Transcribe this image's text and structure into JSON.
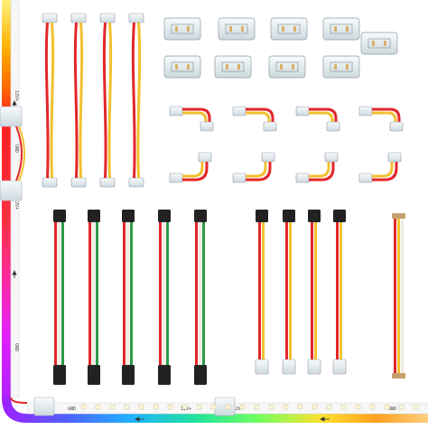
{
  "image": {
    "background": "#ffffff",
    "strip_labels": {
      "vertical_1": "12V+",
      "vertical_2": "GND",
      "vertical_3": "12V+",
      "vertical_4": "GND",
      "horizontal_1": "GND",
      "horizontal_2": "12V+",
      "horizontal_3": "12V+",
      "horizontal_4": "GND"
    },
    "colors": {
      "wire_red": "#e3262b",
      "wire_yellow": "#f2c12e",
      "wire_white": "#f4eee0",
      "wire_green": "#2e9a46",
      "wire_black": "#1c1c1c",
      "connector_clear": "#e6eef2",
      "connector_black": "#222222",
      "pcb_white": "#f7f7f7"
    },
    "icons": [
      "arrow-up-icon",
      "arrow-left-icon"
    ]
  }
}
